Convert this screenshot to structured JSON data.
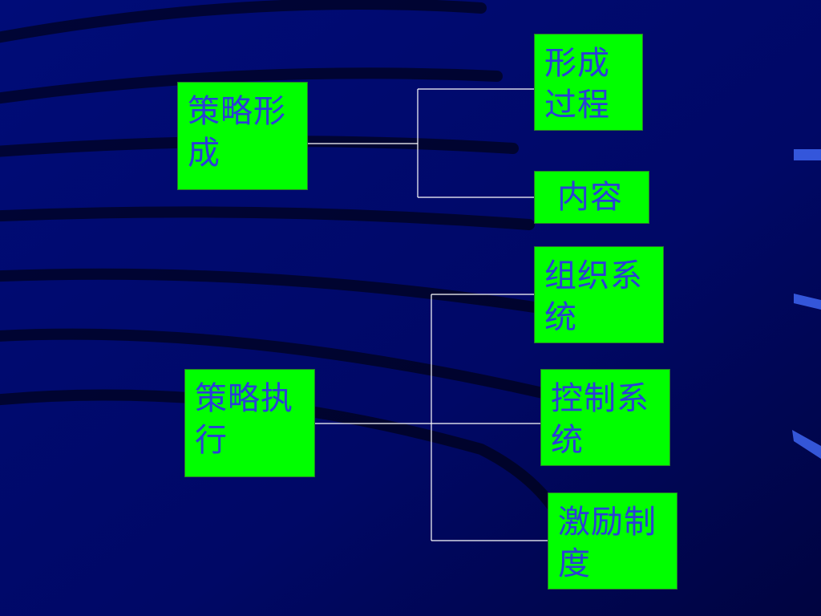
{
  "nodes": {
    "formation": {
      "text": "策略形成"
    },
    "formation_process": {
      "text": "形成过程"
    },
    "formation_content": {
      "text": "内容"
    },
    "execution": {
      "text": "策略执行"
    },
    "org_system": {
      "text": "组织系统"
    },
    "control_system": {
      "text": "控制系统"
    },
    "incentive": {
      "text": "激励制度"
    }
  },
  "colors": {
    "background": "#000a6e",
    "box_fill": "#00ff00",
    "box_text": "#2b3fd6",
    "connector": "#ffffff"
  }
}
